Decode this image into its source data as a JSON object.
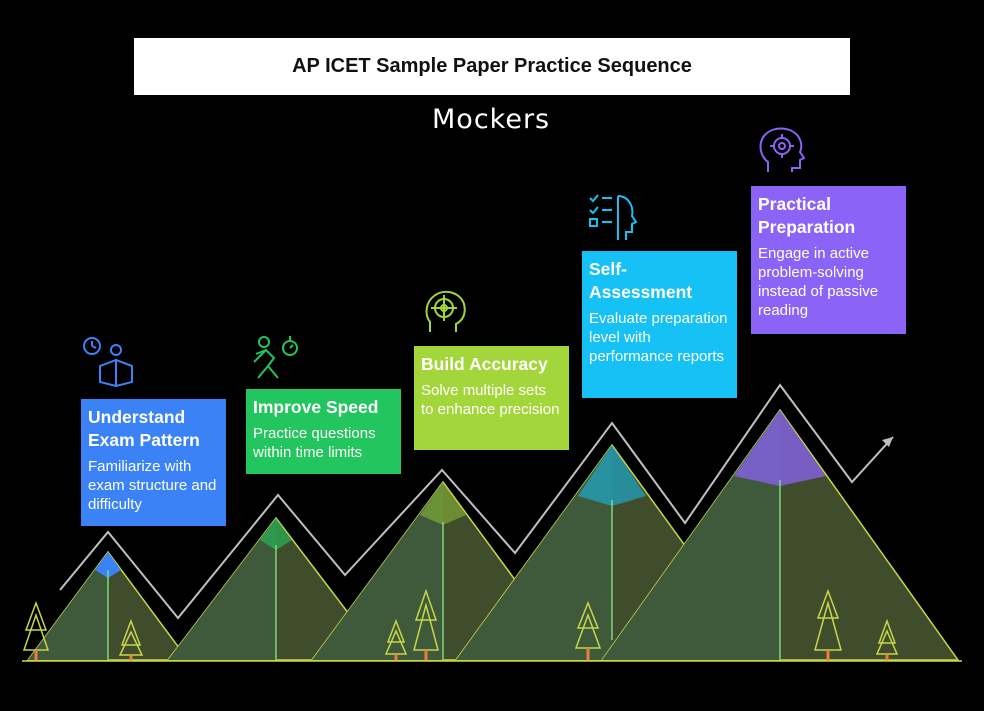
{
  "title": "AP ICET Sample Paper Practice Sequence",
  "brand": "Mockers",
  "steps": [
    {
      "title": "Understand Exam Pattern",
      "text": "Familiarize with exam structure and difficulty",
      "color": "#3b82f6",
      "icon": "clock-study-icon"
    },
    {
      "title": "Improve Speed",
      "text": "Practice questions within time limits",
      "color": "#22c55e",
      "icon": "running-stopwatch-icon"
    },
    {
      "title": "Build Accuracy",
      "text": "Solve multiple sets to enhance precision",
      "color": "#a3d63a",
      "icon": "target-head-icon"
    },
    {
      "title": "Self-Assessment",
      "text": "Evaluate preparation level with performance reports",
      "color": "#16c1f5",
      "icon": "checklist-head-icon"
    },
    {
      "title": "Practical Preparation",
      "text": "Engage in active problem-solving instead of passive reading",
      "color": "#8b63f6",
      "icon": "gear-head-icon"
    }
  ]
}
